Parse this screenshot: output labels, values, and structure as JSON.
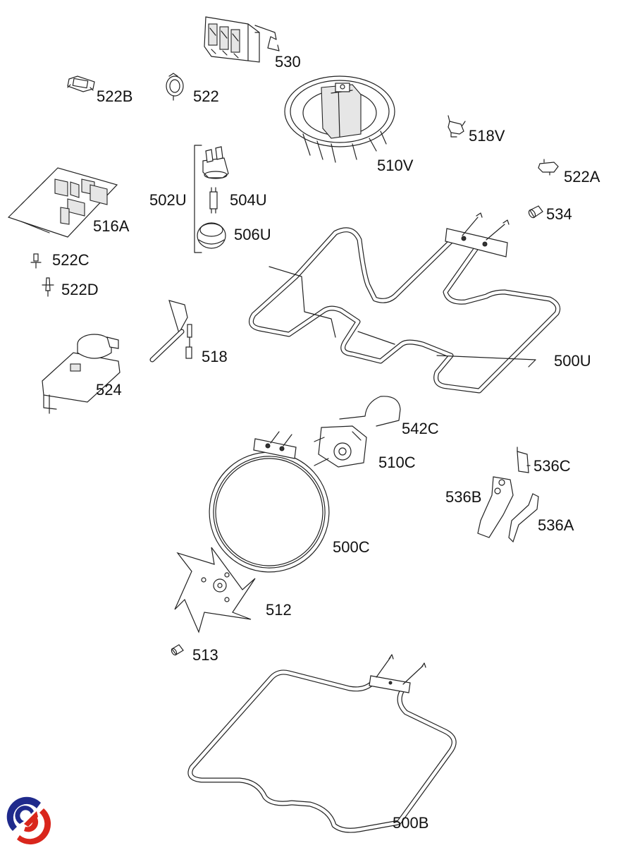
{
  "diagram": {
    "type": "exploded-parts-view",
    "subject": "oven electrical components",
    "labels": {
      "p530": "530",
      "p522B": "522B",
      "p522": "522",
      "p510V": "510V",
      "p518V": "518V",
      "p522A": "522A",
      "p502U": "502U",
      "p504U": "504U",
      "p506U": "506U",
      "p516A": "516A",
      "p534": "534",
      "p522C": "522C",
      "p522D": "522D",
      "p518": "518",
      "p500U": "500U",
      "p524": "524",
      "p542C": "542C",
      "p510C": "510C",
      "p536C": "536C",
      "p536B": "536B",
      "p536A": "536A",
      "p500C": "500C",
      "p512": "512",
      "p513": "513",
      "p500B": "500B"
    },
    "group": {
      "label_ref": "p502U",
      "members": [
        "p504U",
        "p506U",
        "top-connector"
      ]
    },
    "logo": {
      "name": "brand-logo",
      "colors": {
        "primary": "#1f2a8c",
        "secondary": "#d9261c"
      }
    }
  }
}
